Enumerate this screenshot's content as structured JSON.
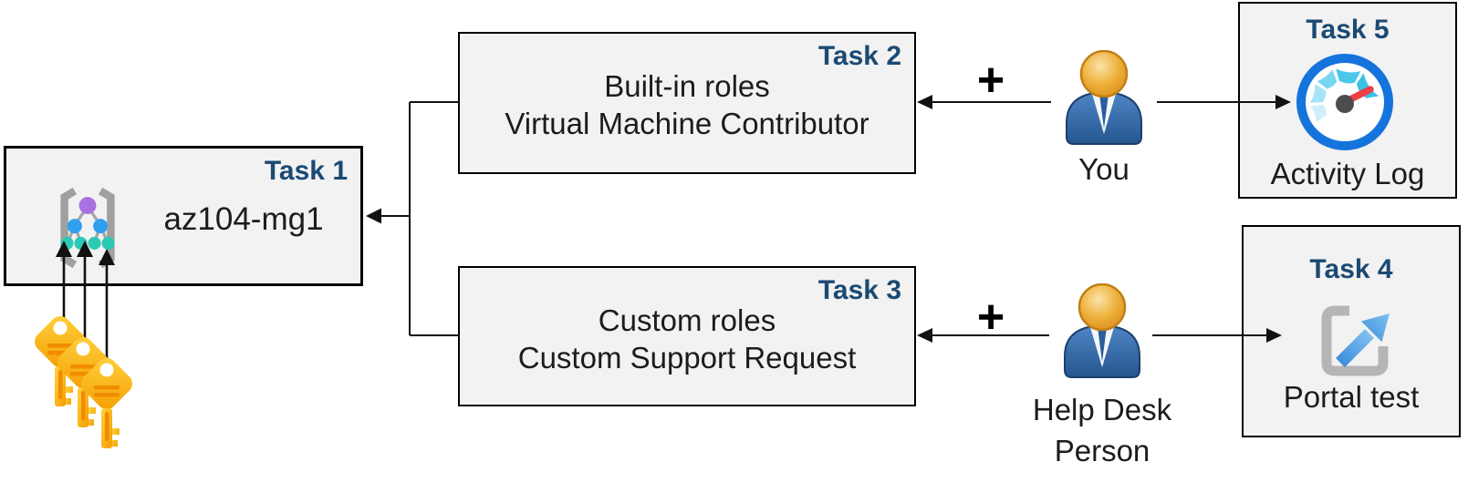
{
  "diagram": {
    "boxes": {
      "task1": {
        "title": "Task 1",
        "label": "az104-mg1"
      },
      "task2": {
        "title": "Task 2",
        "line1": "Built-in roles",
        "line2": "Virtual Machine Contributor"
      },
      "task3": {
        "title": "Task 3",
        "line1": "Custom roles",
        "line2": "Custom Support Request"
      },
      "task4": {
        "title": "Task 4",
        "label": "Portal test"
      },
      "task5": {
        "title": "Task 5",
        "label": "Activity Log"
      }
    },
    "actors": {
      "you": {
        "label": "You"
      },
      "help_desk": {
        "label_line1": "Help Desk",
        "label_line2": "Person"
      }
    },
    "operators": {
      "plus_top": "+",
      "plus_bottom": "+"
    },
    "icons": {
      "task1": "management-group-icon",
      "task4": "portal-external-link-icon",
      "task5": "activity-log-gauge-icon",
      "left": "three-keys-icon",
      "actors": "person-icon"
    },
    "colors": {
      "task_title": "#1b4a73",
      "box_fill": "#f2f2f2",
      "box_border": "#000000",
      "key_gold": "#f7a600",
      "person_body_blue": "#2a5d9c",
      "person_head_orange": "#e9a12d",
      "gauge_ring_blue": "#1574dc",
      "gauge_needle_red": "#ee3f47",
      "portal_arrow_blue": "#3c8edb",
      "mg_purple": "#a873e0",
      "mg_blue": "#2f9ff0",
      "mg_teal": "#2cc9b5",
      "line_black": "#111111"
    }
  }
}
